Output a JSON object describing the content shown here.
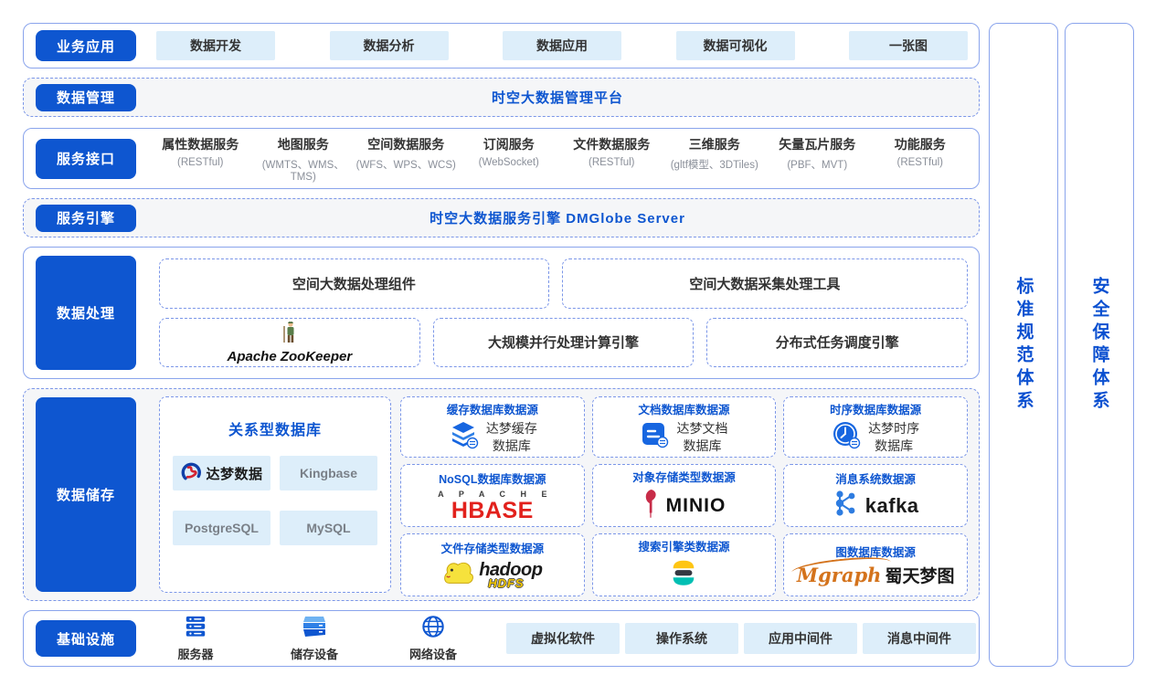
{
  "colors": {
    "primary_blue": "#0e56d0",
    "light_blue_tile": "#ddeefa",
    "band_gray_bg": "#f5f6f8",
    "solid_border": "#8aa4ec",
    "dashed_border": "#7b96e8",
    "dark_text": "#333333",
    "gray_text": "#8a8f99",
    "hbase_red": "#e2211c",
    "elastic_yellow": "#fec514",
    "elastic_dark": "#343741",
    "elastic_teal": "#00bfb3",
    "minio_red": "#c72c48",
    "kafka_blue": "#2e7ce0",
    "hadoop_yellow": "#f6e23c",
    "mgraph_orange": "#d4731c"
  },
  "bands": {
    "business": {
      "label": "业务应用",
      "items": [
        "数据开发",
        "数据分析",
        "数据应用",
        "数据可视化",
        "一张图"
      ]
    },
    "data_mgmt": {
      "label": "数据管理",
      "title": "时空大数据管理平台"
    },
    "services": {
      "label": "服务接口",
      "items": [
        {
          "name": "属性数据服务",
          "sub": "(RESTful)"
        },
        {
          "name": "地图服务",
          "sub": "(WMTS、WMS、TMS)"
        },
        {
          "name": "空间数据服务",
          "sub": "(WFS、WPS、WCS)"
        },
        {
          "name": "订阅服务",
          "sub": "(WebSocket)"
        },
        {
          "name": "文件数据服务",
          "sub": "(RESTful)"
        },
        {
          "name": "三维服务",
          "sub": "(gltf模型、3DTiles)"
        },
        {
          "name": "矢量瓦片服务",
          "sub": "(PBF、MVT)"
        },
        {
          "name": "功能服务",
          "sub": "(RESTful)"
        }
      ]
    },
    "engine": {
      "label": "服务引擎",
      "title": "时空大数据服务引擎 DMGlobe Server"
    },
    "processing": {
      "label": "数据处理",
      "row1": [
        "空间大数据处理组件",
        "空间大数据采集处理工具"
      ],
      "zookeeper": "Apache ZooKeeper",
      "row2": [
        "大规模并行处理计算引擎",
        "分布式任务调度引擎"
      ]
    },
    "storage": {
      "label": "数据储存",
      "relational": {
        "title": "关系型数据库",
        "dameng": "达梦数据",
        "tiles": [
          "Kingbase",
          "PostgreSQL",
          "MySQL"
        ]
      },
      "cache": {
        "title": "缓存数据库数据源",
        "line1": "达梦缓存",
        "line2": "数据库"
      },
      "doc": {
        "title": "文档数据库数据源",
        "line1": "达梦文档",
        "line2": "数据库"
      },
      "tsdb": {
        "title": "时序数据库数据源",
        "line1": "达梦时序",
        "line2": "数据库"
      },
      "nosql": {
        "title": "NoSQL数据库数据源"
      },
      "object": {
        "title": "对象存储类型数据源"
      },
      "message": {
        "title": "消息系统数据源"
      },
      "file": {
        "title": "文件存储类型数据源"
      },
      "search": {
        "title": "搜索引擎类数据源"
      },
      "graph": {
        "title": "图数据库数据源"
      }
    },
    "infra": {
      "label": "基础设施",
      "devices": [
        "服务器",
        "储存设备",
        "网络设备"
      ],
      "items": [
        "虚拟化软件",
        "操作系统",
        "应用中间件",
        "消息中间件"
      ]
    }
  },
  "logos": {
    "hbase_top": "A P A C H E",
    "hbase_main": "HBASE",
    "minio": "MINIO",
    "kafka": "kafka",
    "hadoop": "hadoop",
    "hdfs": "HDFS",
    "mgraph": "Mgraph",
    "mgraph_cn": "蜀天梦图"
  },
  "pillars": [
    {
      "label": "标准规范体系"
    },
    {
      "label": "安全保障体系"
    }
  ]
}
